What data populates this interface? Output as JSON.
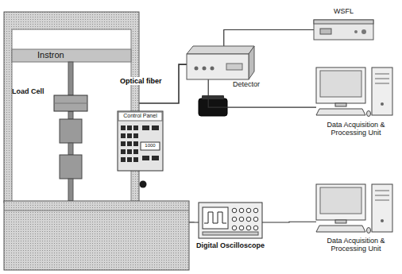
{
  "diagram": {
    "nodes": [
      {
        "text": [
          "Instron"
        ]
      },
      {
        "text": [
          "Load Cell"
        ],
        "in": 0
      },
      {
        "text": [
          "WSFL"
        ]
      },
      {
        "text": [
          "Detector"
        ]
      },
      {
        "text": [
          "Control Panel",
          "1000"
        ]
      },
      {
        "text": [
          "Data Acquisition & Processing Unit"
        ]
      },
      {
        "text": [
          "Digital Oscilloscope"
        ]
      },
      {
        "text": [
          "Data Acquisition & Processing Unit"
        ]
      }
    ],
    "edges": [
      {
        "from": 1,
        "to": 3,
        "label": "Optical fiber",
        "arrow": "none"
      },
      {
        "from": 3,
        "to": 2,
        "arrow": "none"
      },
      {
        "from": 3,
        "to": 5,
        "arrow": "none"
      },
      {
        "from": 0,
        "to": 6,
        "arrow": "none"
      },
      {
        "from": 6,
        "to": 7,
        "arrow": "none"
      }
    ]
  }
}
